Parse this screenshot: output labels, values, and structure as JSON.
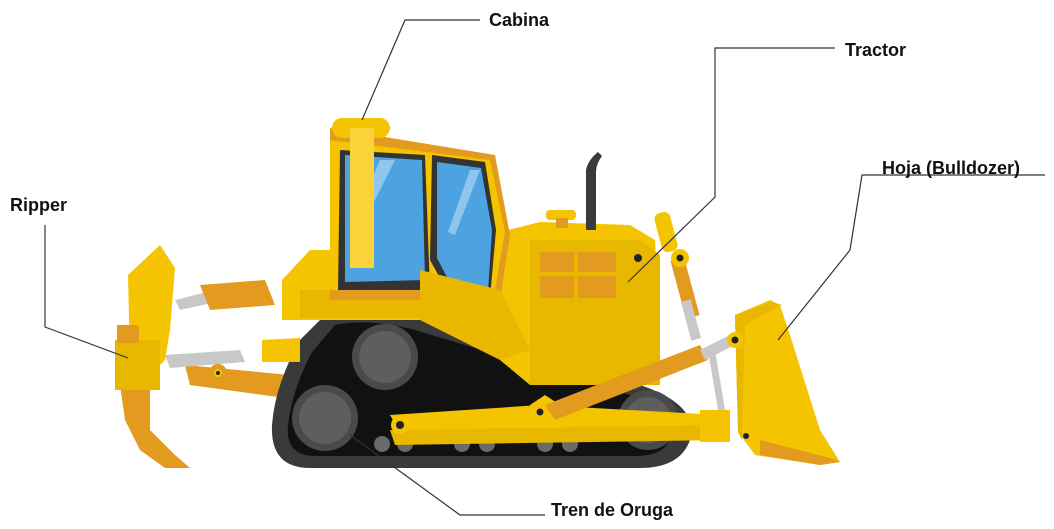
{
  "labels": {
    "cabina": "Cabina",
    "tractor": "Tractor",
    "hoja": "Hoja (Bulldozer)",
    "ripper": "Ripper",
    "tren": "Tren de Oruga"
  },
  "colors": {
    "yellow": "#F5C400",
    "yellow_light": "#FAD23A",
    "orange": "#E29A1F",
    "orange_dark": "#D9861A",
    "glass": "#4DA3E0",
    "track": "#3A3A3A",
    "wheel": "#5A5A5A",
    "leader": "#333333",
    "black": "#222222"
  }
}
